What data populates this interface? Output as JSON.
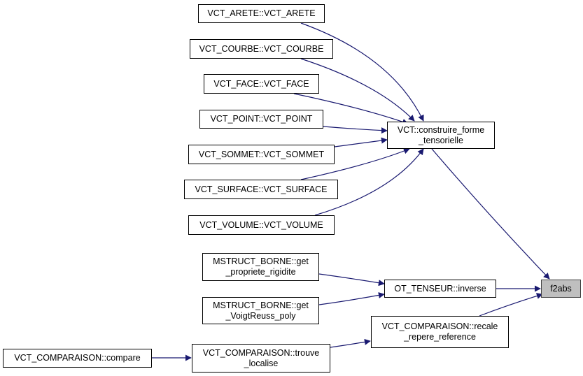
{
  "graph": {
    "kind": "caller-graph",
    "edge_color": "#191970",
    "focus_fill": "#bfbfbf",
    "nodes": [
      {
        "id": "arete",
        "label": "VCT_ARETE::VCT_ARETE"
      },
      {
        "id": "courbe",
        "label": "VCT_COURBE::VCT_COURBE"
      },
      {
        "id": "face",
        "label": "VCT_FACE::VCT_FACE"
      },
      {
        "id": "point",
        "label": "VCT_POINT::VCT_POINT"
      },
      {
        "id": "sommet",
        "label": "VCT_SOMMET::VCT_SOMMET"
      },
      {
        "id": "surface",
        "label": "VCT_SURFACE::VCT_SURFACE"
      },
      {
        "id": "volume",
        "label": "VCT_VOLUME::VCT_VOLUME"
      },
      {
        "id": "construire",
        "label": "VCT::construire_forme\n_tensorielle"
      },
      {
        "id": "propriete",
        "label": "MSTRUCT_BORNE::get\n_propriete_rigidite"
      },
      {
        "id": "voigt",
        "label": "MSTRUCT_BORNE::get\n_VoigtReuss_poly"
      },
      {
        "id": "inverse",
        "label": "OT_TENSEUR::inverse"
      },
      {
        "id": "f2abs",
        "label": "f2abs"
      },
      {
        "id": "recale",
        "label": "VCT_COMPARAISON::recale\n_repere_reference"
      },
      {
        "id": "compare",
        "label": "VCT_COMPARAISON::compare"
      },
      {
        "id": "trouve",
        "label": "VCT_COMPARAISON::trouve\n_localise"
      }
    ],
    "edges": [
      {
        "from": "arete",
        "to": "construire"
      },
      {
        "from": "courbe",
        "to": "construire"
      },
      {
        "from": "face",
        "to": "construire"
      },
      {
        "from": "point",
        "to": "construire"
      },
      {
        "from": "sommet",
        "to": "construire"
      },
      {
        "from": "surface",
        "to": "construire"
      },
      {
        "from": "volume",
        "to": "construire"
      },
      {
        "from": "construire",
        "to": "f2abs"
      },
      {
        "from": "propriete",
        "to": "inverse"
      },
      {
        "from": "voigt",
        "to": "inverse"
      },
      {
        "from": "inverse",
        "to": "f2abs"
      },
      {
        "from": "recale",
        "to": "f2abs"
      },
      {
        "from": "compare",
        "to": "trouve"
      },
      {
        "from": "trouve",
        "to": "recale"
      }
    ]
  }
}
